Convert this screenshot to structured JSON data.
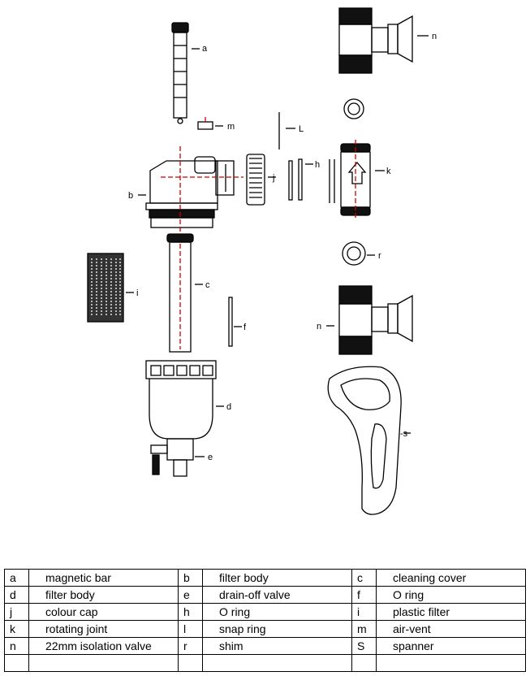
{
  "labels": {
    "a": "a",
    "m": "m",
    "b": "b",
    "c": "c",
    "i": "i",
    "f": "f",
    "d": "d",
    "e": "e",
    "j": "j",
    "h": "h",
    "L": "L",
    "k": "k",
    "r": "r",
    "n_top": "n",
    "n_bottom": "n",
    "s": "-s"
  },
  "parts_table": {
    "rows": [
      [
        {
          "code": "a",
          "name": "magnetic bar"
        },
        {
          "code": "b",
          "name": "filter body"
        },
        {
          "code": "c",
          "name": "cleaning cover"
        }
      ],
      [
        {
          "code": "d",
          "name": "filter body"
        },
        {
          "code": "e",
          "name": "drain-off valve"
        },
        {
          "code": "f",
          "name": "O ring"
        }
      ],
      [
        {
          "code": "j",
          "name": "colour cap"
        },
        {
          "code": "h",
          "name": "O ring"
        },
        {
          "code": "i",
          "name": "plastic filter"
        }
      ],
      [
        {
          "code": "k",
          "name": "rotating joint"
        },
        {
          "code": "l",
          "name": "snap ring"
        },
        {
          "code": "m",
          "name": "air-vent"
        }
      ],
      [
        {
          "code": "n",
          "name": "22mm isolation valve"
        },
        {
          "code": "r",
          "name": "shim"
        },
        {
          "code": "S",
          "name": "spanner"
        }
      ],
      [
        {
          "code": "",
          "name": ""
        },
        {
          "code": "",
          "name": ""
        },
        {
          "code": "",
          "name": ""
        }
      ]
    ]
  }
}
